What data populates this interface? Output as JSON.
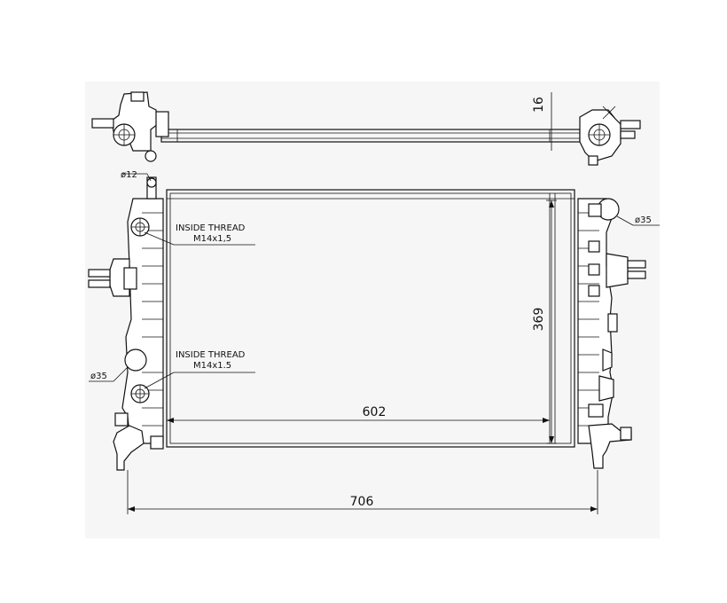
{
  "drawing": {
    "dimensions": {
      "core_width": "602",
      "overall_width": "706",
      "core_height": "369",
      "depth": "16"
    },
    "callouts": {
      "thread_top_title": "INSIDE THREAD",
      "thread_top_spec": "M14x1,5",
      "thread_bottom_title": "INSIDE THREAD",
      "thread_bottom_spec": "M14x1.5",
      "pipe_small": "ø12",
      "pipe_right": "ø35",
      "pipe_left": "ø35"
    }
  }
}
